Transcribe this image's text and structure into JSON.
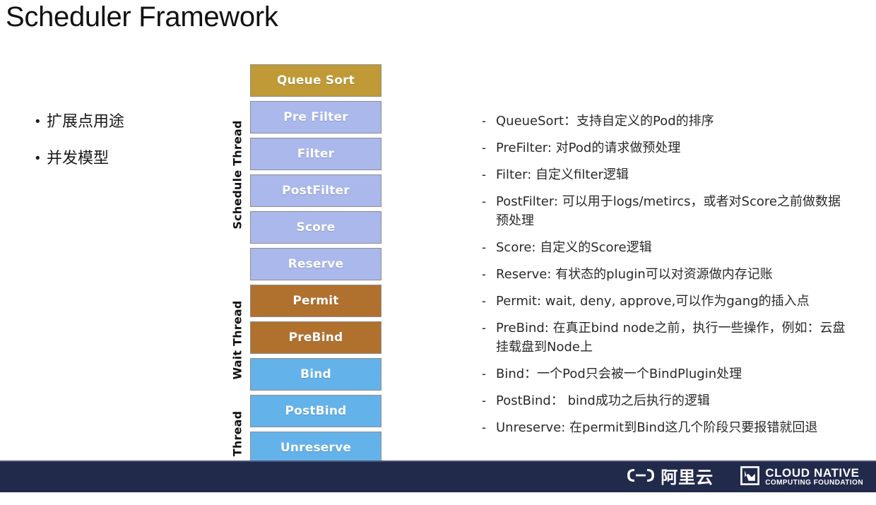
{
  "slide": {
    "title": "Scheduler Framework"
  },
  "bullets": [
    {
      "marker": "•",
      "text": "扩展点用途"
    },
    {
      "marker": "•",
      "text": "并发模型"
    }
  ],
  "diagram": {
    "thread_labels": [
      {
        "label": "Schedule Thread"
      },
      {
        "label": "Wait Thread"
      },
      {
        "label": "Bind Thread"
      }
    ],
    "boxes": [
      {
        "label": "Queue Sort",
        "color": "#BF9A36",
        "group": "Schedule Thread"
      },
      {
        "label": "Pre Filter",
        "color": "#AAB8EC",
        "group": "Schedule Thread"
      },
      {
        "label": "Filter",
        "color": "#AAB8EC",
        "group": "Schedule Thread"
      },
      {
        "label": "PostFilter",
        "color": "#AAB8EC",
        "group": "Schedule Thread"
      },
      {
        "label": "Score",
        "color": "#AAB8EC",
        "group": "Schedule Thread"
      },
      {
        "label": "Reserve",
        "color": "#AAB8EC",
        "group": "Wait Thread"
      },
      {
        "label": "Permit",
        "color": "#B0712F",
        "group": "Wait Thread"
      },
      {
        "label": "PreBind",
        "color": "#B0712F",
        "group": "Wait Thread"
      },
      {
        "label": "Bind",
        "color": "#64B2EA",
        "group": "Bind Thread"
      },
      {
        "label": "PostBind",
        "color": "#64B2EA",
        "group": "Bind Thread"
      },
      {
        "label": "Unreserve",
        "color": "#64B2EA",
        "group": "Bind Thread"
      }
    ]
  },
  "descriptions": {
    "dash": "-",
    "items": [
      {
        "text": "QueueSort：支持自定义的Pod的排序"
      },
      {
        "text": "PreFilter: 对Pod的请求做预处理"
      },
      {
        "text": "Filter: 自定义filter逻辑"
      },
      {
        "text": "PostFilter: 可以用于logs/metircs，或者对Score之前做数据预处理"
      },
      {
        "text": "Score: 自定义的Score逻辑"
      },
      {
        "text": "Reserve: 有状态的plugin可以对资源做内存记账"
      },
      {
        "text": "Permit: wait, deny, approve,可以作为gang的插入点"
      },
      {
        "text": "PreBind: 在真正bind node之前，执行一些操作，例如：云盘挂载盘到Node上"
      },
      {
        "text": "Bind：一个Pod只会被一个BindPlugin处理"
      },
      {
        "text": "PostBind： bind成功之后执行的逻辑"
      },
      {
        "text": "Unreserve: 在permit到Bind这几个阶段只要报错就回退"
      }
    ]
  },
  "footer": {
    "background": "#222A4C",
    "alibaba": {
      "text": "阿里云"
    },
    "cncf": {
      "line1": "CLOUD NATIVE",
      "line2": "COMPUTING FOUNDATION"
    }
  }
}
